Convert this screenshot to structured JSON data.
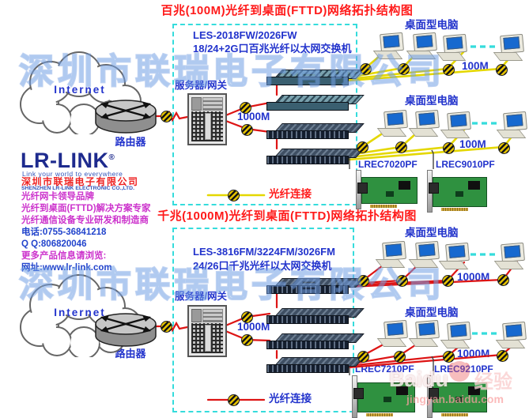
{
  "section1": {
    "title": "百兆(100M)光纤到桌面(FTTD)网络拓扑结构图",
    "switch_model": "LES-2018FW/2026FW",
    "switch_desc": "18/24+2G口百兆光纤以太网交换机",
    "internet": "Internet",
    "router": "路由器",
    "server": "服务器/网关",
    "uplink_speed": "1000M",
    "row1_label": "桌面型电脑",
    "row1_speed": "100M",
    "row2_label": "桌面型电脑",
    "row2_speed": "100M",
    "nic_left": "LREC7020PF",
    "nic_right": "LREC9010PF",
    "legend": "光纤连接"
  },
  "section2": {
    "title": "千兆(1000M)光纤到桌面(FTTD)网络拓扑结构图",
    "switch_model": "LES-3816FM/3224FM/3026FM",
    "switch_desc": "24/26口千兆光纤以太网交换机",
    "internet": "Internet",
    "router": "路由器",
    "server": "服务器/网关",
    "uplink_speed": "1000M",
    "row1_label": "桌面型电脑",
    "row1_speed": "1000M",
    "row2_label": "桌面型电脑",
    "row2_speed": "1000M",
    "nic_left": "LREC7210PF",
    "nic_right": "LREC9210PF",
    "legend": "光纤连接"
  },
  "company": {
    "logo": "LR-LINK",
    "reg": "®",
    "tagline": "Link your world to everywhere",
    "name_cn": "深圳市联瑞电子有限公司",
    "name_en": "SHENZHEN LR-LINK ELECTRONIC CO.,LTD.",
    "slogan1": "光纤网卡领导品牌",
    "slogan2": "光纤到桌面(FTTD)解决方案专家",
    "slogan3": "光纤通信设备专业研发和制造商",
    "phone": "电话:0755-36841218",
    "qq": "Q Q:806820046",
    "more_info": "更多产品信息请浏览:",
    "website": "网址:www.lr-link.com"
  },
  "watermark": {
    "company": "深圳市联瑞电子有限公司",
    "baidu_brand": "Baidu",
    "baidu_exp": "经验",
    "baidu_url": "jingyan.baidu.com"
  },
  "colors": {
    "title_red": "#ff1a1a",
    "label_blue": "#2233cc",
    "magenta": "#cc33cc",
    "fiber_yellow": "#e4d700",
    "fiber_red": "#dd1414",
    "dashed_cyan": "#35dcdc"
  }
}
